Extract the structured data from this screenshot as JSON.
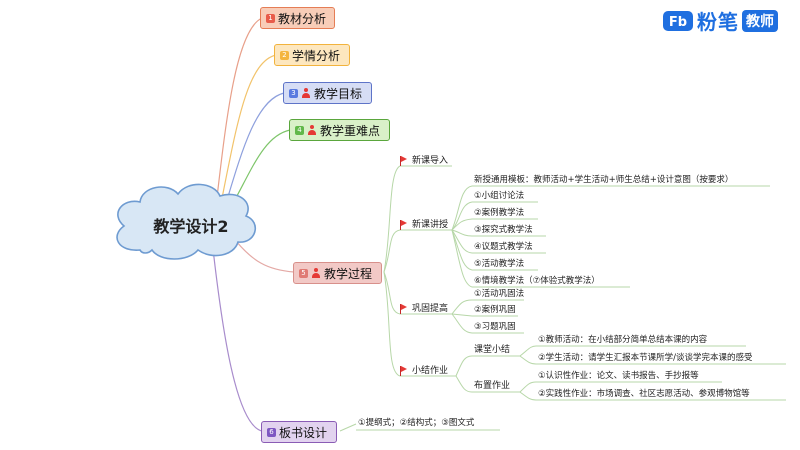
{
  "brand": {
    "logo_mark": "Fb",
    "name": "粉笔",
    "tag": "教师"
  },
  "center": {
    "label": "教学设计2"
  },
  "top_branches": [
    {
      "num": "1",
      "label": "教材分析"
    },
    {
      "num": "2",
      "label": "学情分析"
    },
    {
      "num": "3",
      "label": "教学目标"
    },
    {
      "num": "4",
      "label": "教学重难点"
    }
  ],
  "process": {
    "num": "5",
    "label": "教学过程",
    "intro": {
      "label": "新课导入"
    },
    "lecture": {
      "label": "新课讲授",
      "template": "新授通用模板：教师活动+学生活动+师生总结+设计意图（按要求）",
      "methods": [
        "①小组讨论法",
        "②案例教学法",
        "③探究式教学法",
        "④议题式教学法",
        "⑤活动教学法",
        "⑥情境教学法（⑦体验式教学法）"
      ]
    },
    "consolidate": {
      "label": "巩固提高",
      "items": [
        "①活动巩固法",
        "②案例巩固",
        "③习题巩固"
      ]
    },
    "summary": {
      "label": "小结作业",
      "class_summary": {
        "label": "课堂小结",
        "items": [
          "①教师活动：在小结部分简单总结本课的内容",
          "②学生活动：请学生汇报本节课所学/谈谈学完本课的感受"
        ]
      },
      "homework": {
        "label": "布置作业",
        "items": [
          "①认识性作业：论文、读书报告、手抄报等",
          "②实践性作业：市场调查、社区志愿活动、参观博物馆等"
        ]
      }
    }
  },
  "board": {
    "num": "6",
    "label": "板书设计",
    "detail": "①提纲式；②结构式；③图文式"
  },
  "colors": {
    "n1_fill": "#f8cdb8",
    "n1_border": "#e57d55",
    "n1_num": "#e85c4a",
    "n2_fill": "#fde7bf",
    "n2_border": "#f2b33d",
    "n2_num": "#f4b53f",
    "n3_fill": "#d6ddf5",
    "n3_border": "#5e74c8",
    "n3_num": "#5b7be0",
    "n4_fill": "#d9f0c8",
    "n4_border": "#5aa63c",
    "n4_num": "#62b84a",
    "n5_fill": "#f2c9c6",
    "n5_border": "#d8908b",
    "n5_num": "#e07b74",
    "n6_fill": "#e2d3ef",
    "n6_border": "#8a5cb5",
    "n6_num": "#7e57c2",
    "branch_line": "#b7d7a8",
    "brand_blue": "#1f6fe0"
  }
}
